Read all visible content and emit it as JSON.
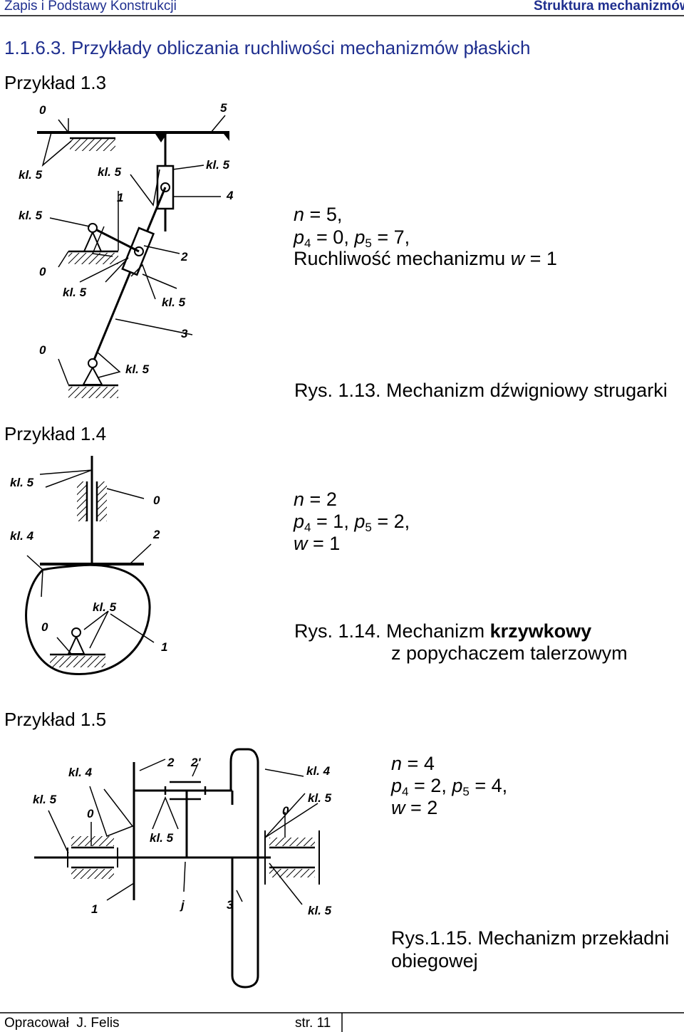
{
  "header": {
    "left": "Zapis i Podstawy Konstrukcji",
    "right": "Struktura mechanizmów"
  },
  "section_title": "1.1.6.3. Przykłady obliczania ruchliwości mechanizmów płaskich",
  "examples": [
    {
      "title": "Przykład 1.3",
      "eq1": {
        "n": "5"
      },
      "eq2": {
        "p4": "0",
        "p5": "7"
      },
      "eq3": {
        "prefix": "Ruchliwość mechanizmu ",
        "w": "1"
      },
      "caption": "Rys. 1.13. Mechanizm dźwigniowy strugarki",
      "labels": [
        "0",
        "5",
        "kl. 5",
        "kl. 5",
        "kl. 5",
        "1",
        "4",
        "kl. 5",
        "0",
        "2",
        "kl. 5",
        "kl. 5",
        "0",
        "3",
        "kl. 5"
      ]
    },
    {
      "title": "Przykład 1.4",
      "eq1": {
        "n": "2"
      },
      "eq2": {
        "p4": "1",
        "p5": "2"
      },
      "eq3": {
        "w": "1"
      },
      "caption_line1_prefix": "Rys. 1.14. Mechanizm ",
      "caption_line1_bold": "krzywkowy",
      "caption_line2": "z popychaczem talerzowym",
      "labels": [
        "kl. 5",
        "0",
        "kl. 4",
        "2",
        "kl. 5",
        "0",
        "1"
      ]
    },
    {
      "title": "Przykład 1.5",
      "eq1": {
        "n": "4"
      },
      "eq2": {
        "p4": "2",
        "p5": "4"
      },
      "eq3": {
        "w": "2"
      },
      "caption_line1": "Rys.1.15. Mechanizm przekładni",
      "caption_line2": "obiegowej",
      "labels": [
        "2",
        "2'",
        "kl. 4",
        "kl. 4",
        "kl. 5",
        "kl. 5",
        "0",
        "0",
        "kl. 5",
        "1",
        "j",
        "3",
        "kl. 5"
      ]
    }
  ],
  "footer": {
    "left": "Opracował  J. Felis",
    "right": "str. 11"
  }
}
